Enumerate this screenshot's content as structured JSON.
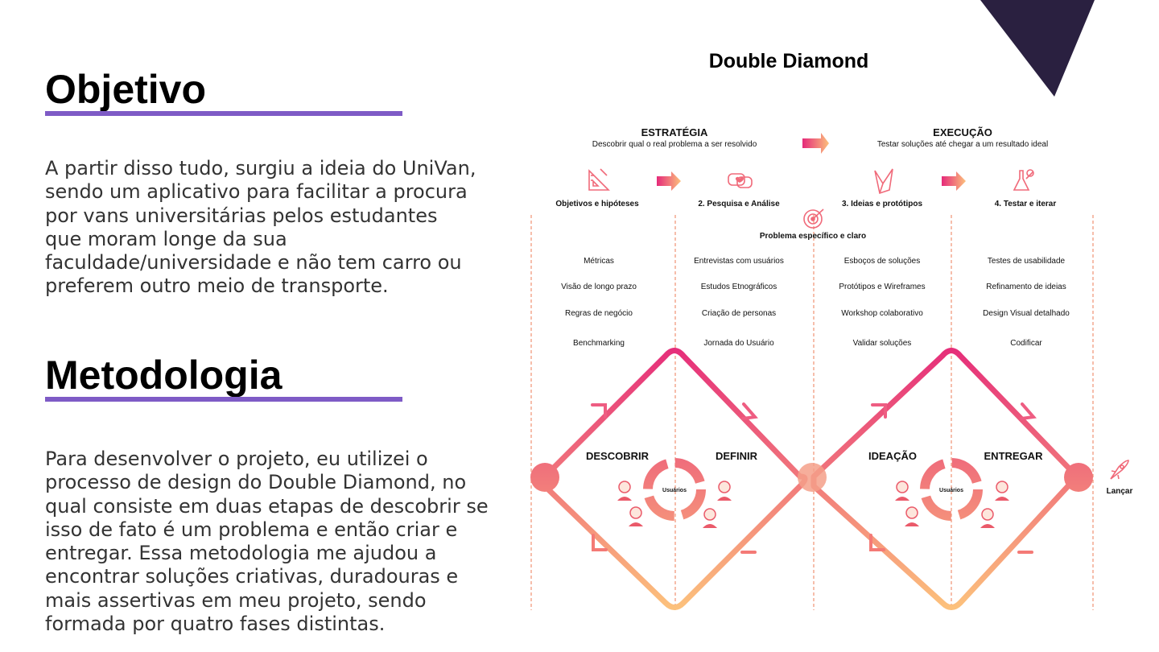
{
  "colors": {
    "accent_underline": "#7e5bc6",
    "corner_triangle": "#2a2040",
    "gradient_top": "#e52a7a",
    "gradient_bottom": "#fcc17c"
  },
  "objetivo": {
    "heading": "Objetivo",
    "text": "A partir disso tudo, surgiu a ideia do UniVan, sendo um aplicativo para facilitar a procura por vans universitárias pelos estudantes que moram longe da sua faculdade/universidade e não tem carro ou preferem outro meio de transporte."
  },
  "metodologia": {
    "heading": "Metodologia",
    "text": "Para desenvolver o projeto, eu utilizei o processo de design do Double Diamond, no qual consiste em duas etapas de descobrir se isso de fato é um problema e então criar e entregar. Essa metodologia me ajudou a encontrar soluções criativas, duradouras e mais assertivas em meu projeto, sendo formada por quatro fases distintas."
  },
  "diagram": {
    "title": "Double Diamond",
    "estrategia": {
      "title": "ESTRATÉGIA",
      "subtitle": "Descobrir qual o real problema a ser resolvido"
    },
    "execucao": {
      "title": "EXECUÇÃO",
      "subtitle": "Testar soluções até chegar a um resultado ideal"
    },
    "steps": [
      {
        "label": "Objetivos e hipóteses",
        "icon": "ruler-icon"
      },
      {
        "label": "2. Pesquisa e Análise",
        "icon": "chat-bubbles-icon"
      },
      {
        "label": "3. Ideias e protótipos",
        "icon": "origami-icon"
      },
      {
        "label": "4. Testar e iterar",
        "icon": "lab-flask-icon"
      }
    ],
    "problem_label": "Problema específico e claro",
    "columns": [
      [
        "Métricas",
        "Visão de longo prazo",
        "Regras de negócio",
        "Benchmarking"
      ],
      [
        "Entrevistas com usuários",
        "Estudos Etnográficos",
        "Criação de personas",
        "Jornada do Usuário"
      ],
      [
        "Esboços de soluções",
        "Protótipos e Wireframes",
        "Workshop colaborativo",
        "Validar soluções"
      ],
      [
        "Testes de usabilidade",
        "Refinamento de ideias",
        "Design Visual detalhado",
        "Codificar"
      ]
    ],
    "phases": [
      "DESCOBRIR",
      "DEFINIR",
      "IDEAÇÃO",
      "ENTREGAR"
    ],
    "cycle_label": "Usuários",
    "launch_label": "Lançar"
  }
}
